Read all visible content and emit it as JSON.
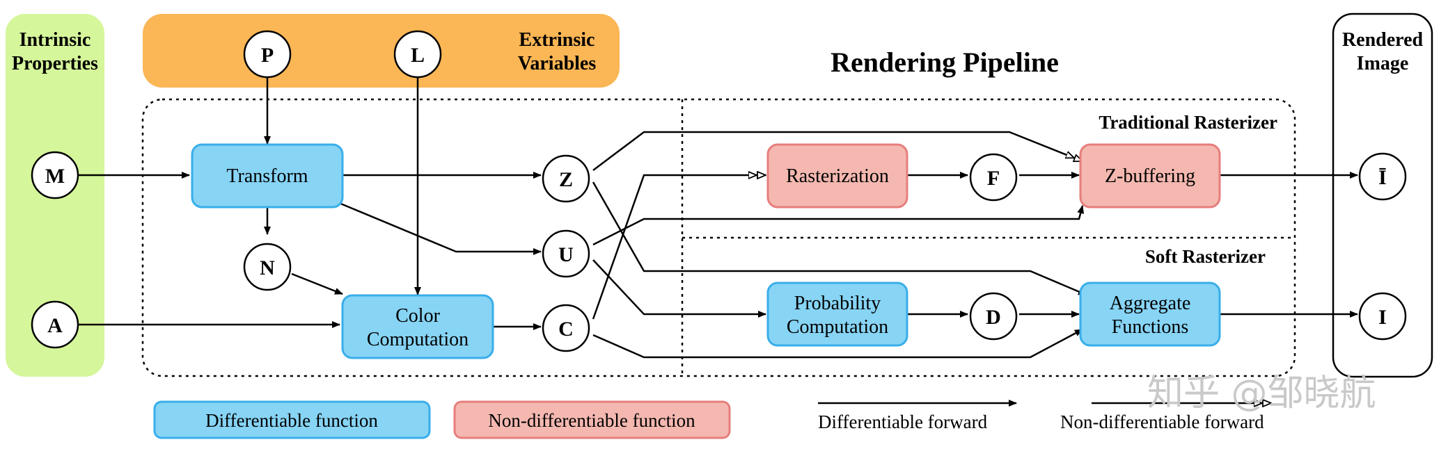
{
  "diagram": {
    "title": "Rendering Pipeline",
    "panels": {
      "intrinsic": "Intrinsic\nProperties",
      "extrinsic": "Extrinsic\nVariables",
      "rendered": "Rendered\nImage"
    },
    "sections": {
      "traditional": "Traditional Rasterizer",
      "soft": "Soft Rasterizer"
    },
    "nodes": {
      "M": "M",
      "A": "A",
      "P": "P",
      "L": "L",
      "N": "N",
      "Z": "Z",
      "U": "U",
      "C": "C",
      "F": "F",
      "D": "D",
      "Ibar": "Ī",
      "I": "I"
    },
    "boxes": {
      "transform": "Transform",
      "color": "Color\nComputation",
      "rasterization": "Rasterization",
      "zbuffer": "Z-buffering",
      "probability": "Probability\nComputation",
      "aggregate": "Aggregate\nFunctions"
    },
    "legend": {
      "diff_fn": "Differentiable function",
      "nondiff_fn": "Non-differentiable function",
      "diff_fwd": "Differentiable forward",
      "nondiff_fwd": "Non-differentiable forward"
    },
    "watermark": "知乎 @邹晓航",
    "colors": {
      "diff_fill": "#87d4f5",
      "diff_stroke": "#39aee9",
      "nondiff_fill": "#f4b8b0",
      "nondiff_stroke": "#e67e7c",
      "intrinsic_fill": "#d5f69a",
      "extrinsic_fill": "#fbb655"
    }
  }
}
